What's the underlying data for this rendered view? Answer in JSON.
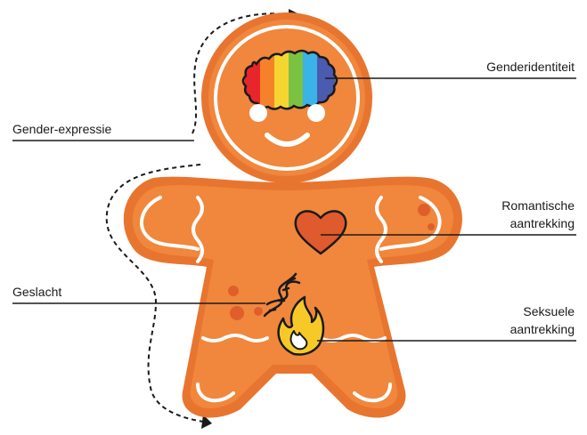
{
  "labels": {
    "gender_identity": "Genderidentiteit",
    "gender_expression": "Gender-expressie",
    "romantic_attraction_line1": "Romantische",
    "romantic_attraction_line2": "aantrekking",
    "sex": "Geslacht",
    "sexual_attraction_line1": "Seksuele",
    "sexual_attraction_line2": "aantrekking"
  },
  "icons": {
    "brain": "rainbow-brain-icon",
    "heart": "heart-icon",
    "dna": "dna-icon",
    "flame": "flame-icon"
  },
  "colors": {
    "body": "#f0873c",
    "outline": "#e8752f",
    "icing": "#ffffff",
    "spots": "#df5f2c",
    "heart": "#df5a2c",
    "rainbow": [
      "#e8252b",
      "#f5822a",
      "#f7d531",
      "#7cc242",
      "#3bb3e6",
      "#4b5bb0"
    ],
    "flame_outer": "#f7c928",
    "flame_inner": "#ffffff"
  }
}
